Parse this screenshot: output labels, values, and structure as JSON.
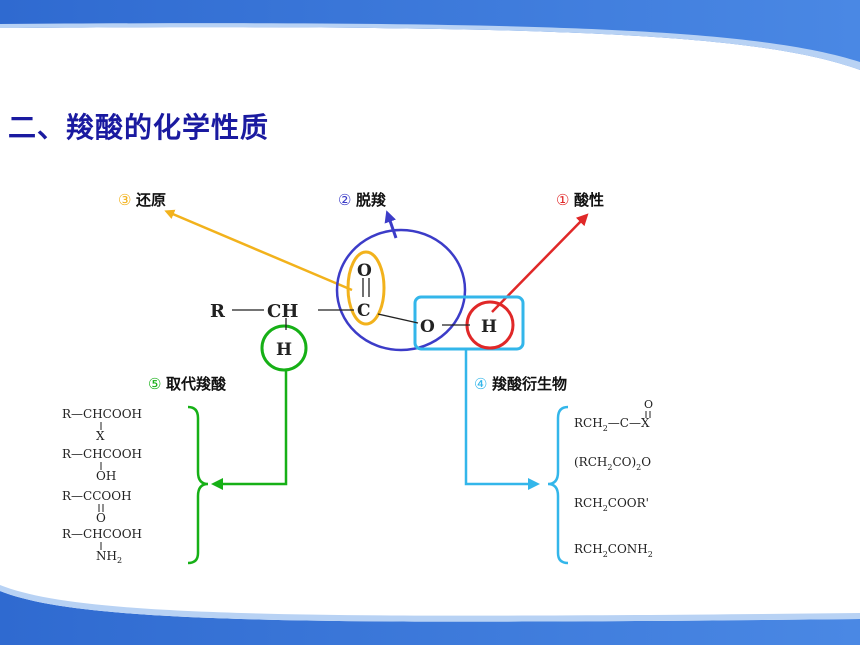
{
  "slide": {
    "title": "二、羧酸的化学性质",
    "colors": {
      "band": "#3a78d8",
      "band_light": "#9fc2f0",
      "title": "#1a1aa0",
      "reduction": "#f2b21c",
      "decarboxylation": "#3c3cc8",
      "acidity": "#e02828",
      "substitution": "#16b016",
      "derivatives": "#33b6ea"
    }
  },
  "diagram": {
    "labels": {
      "reduction": {
        "num": "③",
        "text": "还原"
      },
      "decarboxylation": {
        "num": "②",
        "text": "脱羧"
      },
      "acidity": {
        "num": "①",
        "text": "酸性"
      },
      "substitution": {
        "num": "⑤",
        "text": "取代羧酸"
      },
      "derivatives": {
        "num": "④",
        "text": "羧酸衍生物"
      }
    },
    "molecule": {
      "r": "R",
      "ch": "CH",
      "c": "C",
      "o_double": "O",
      "o": "O",
      "h_acid": "H",
      "h_alpha": "H"
    },
    "substituted_acids": [
      {
        "main": "R—CHCOOH",
        "sub": "X"
      },
      {
        "main": "R—CHCOOH",
        "sub": "OH"
      },
      {
        "main": "R—CCOOH",
        "sub": "O"
      },
      {
        "main": "R—CHCOOH",
        "sub": "NH",
        "sub_subscript": "2"
      }
    ],
    "derivatives": [
      {
        "p1": "RCH",
        "s1": "2",
        "p2": "—C—X",
        "top": "O"
      },
      {
        "p1": "(RCH",
        "s1": "2",
        "p2": "CO)",
        "s2": "2",
        "p3": "O"
      },
      {
        "p1": "RCH",
        "s1": "2",
        "p2": "COOR'"
      },
      {
        "p1": "RCH",
        "s1": "2",
        "p2": "CONH",
        "s2": "2"
      }
    ]
  }
}
